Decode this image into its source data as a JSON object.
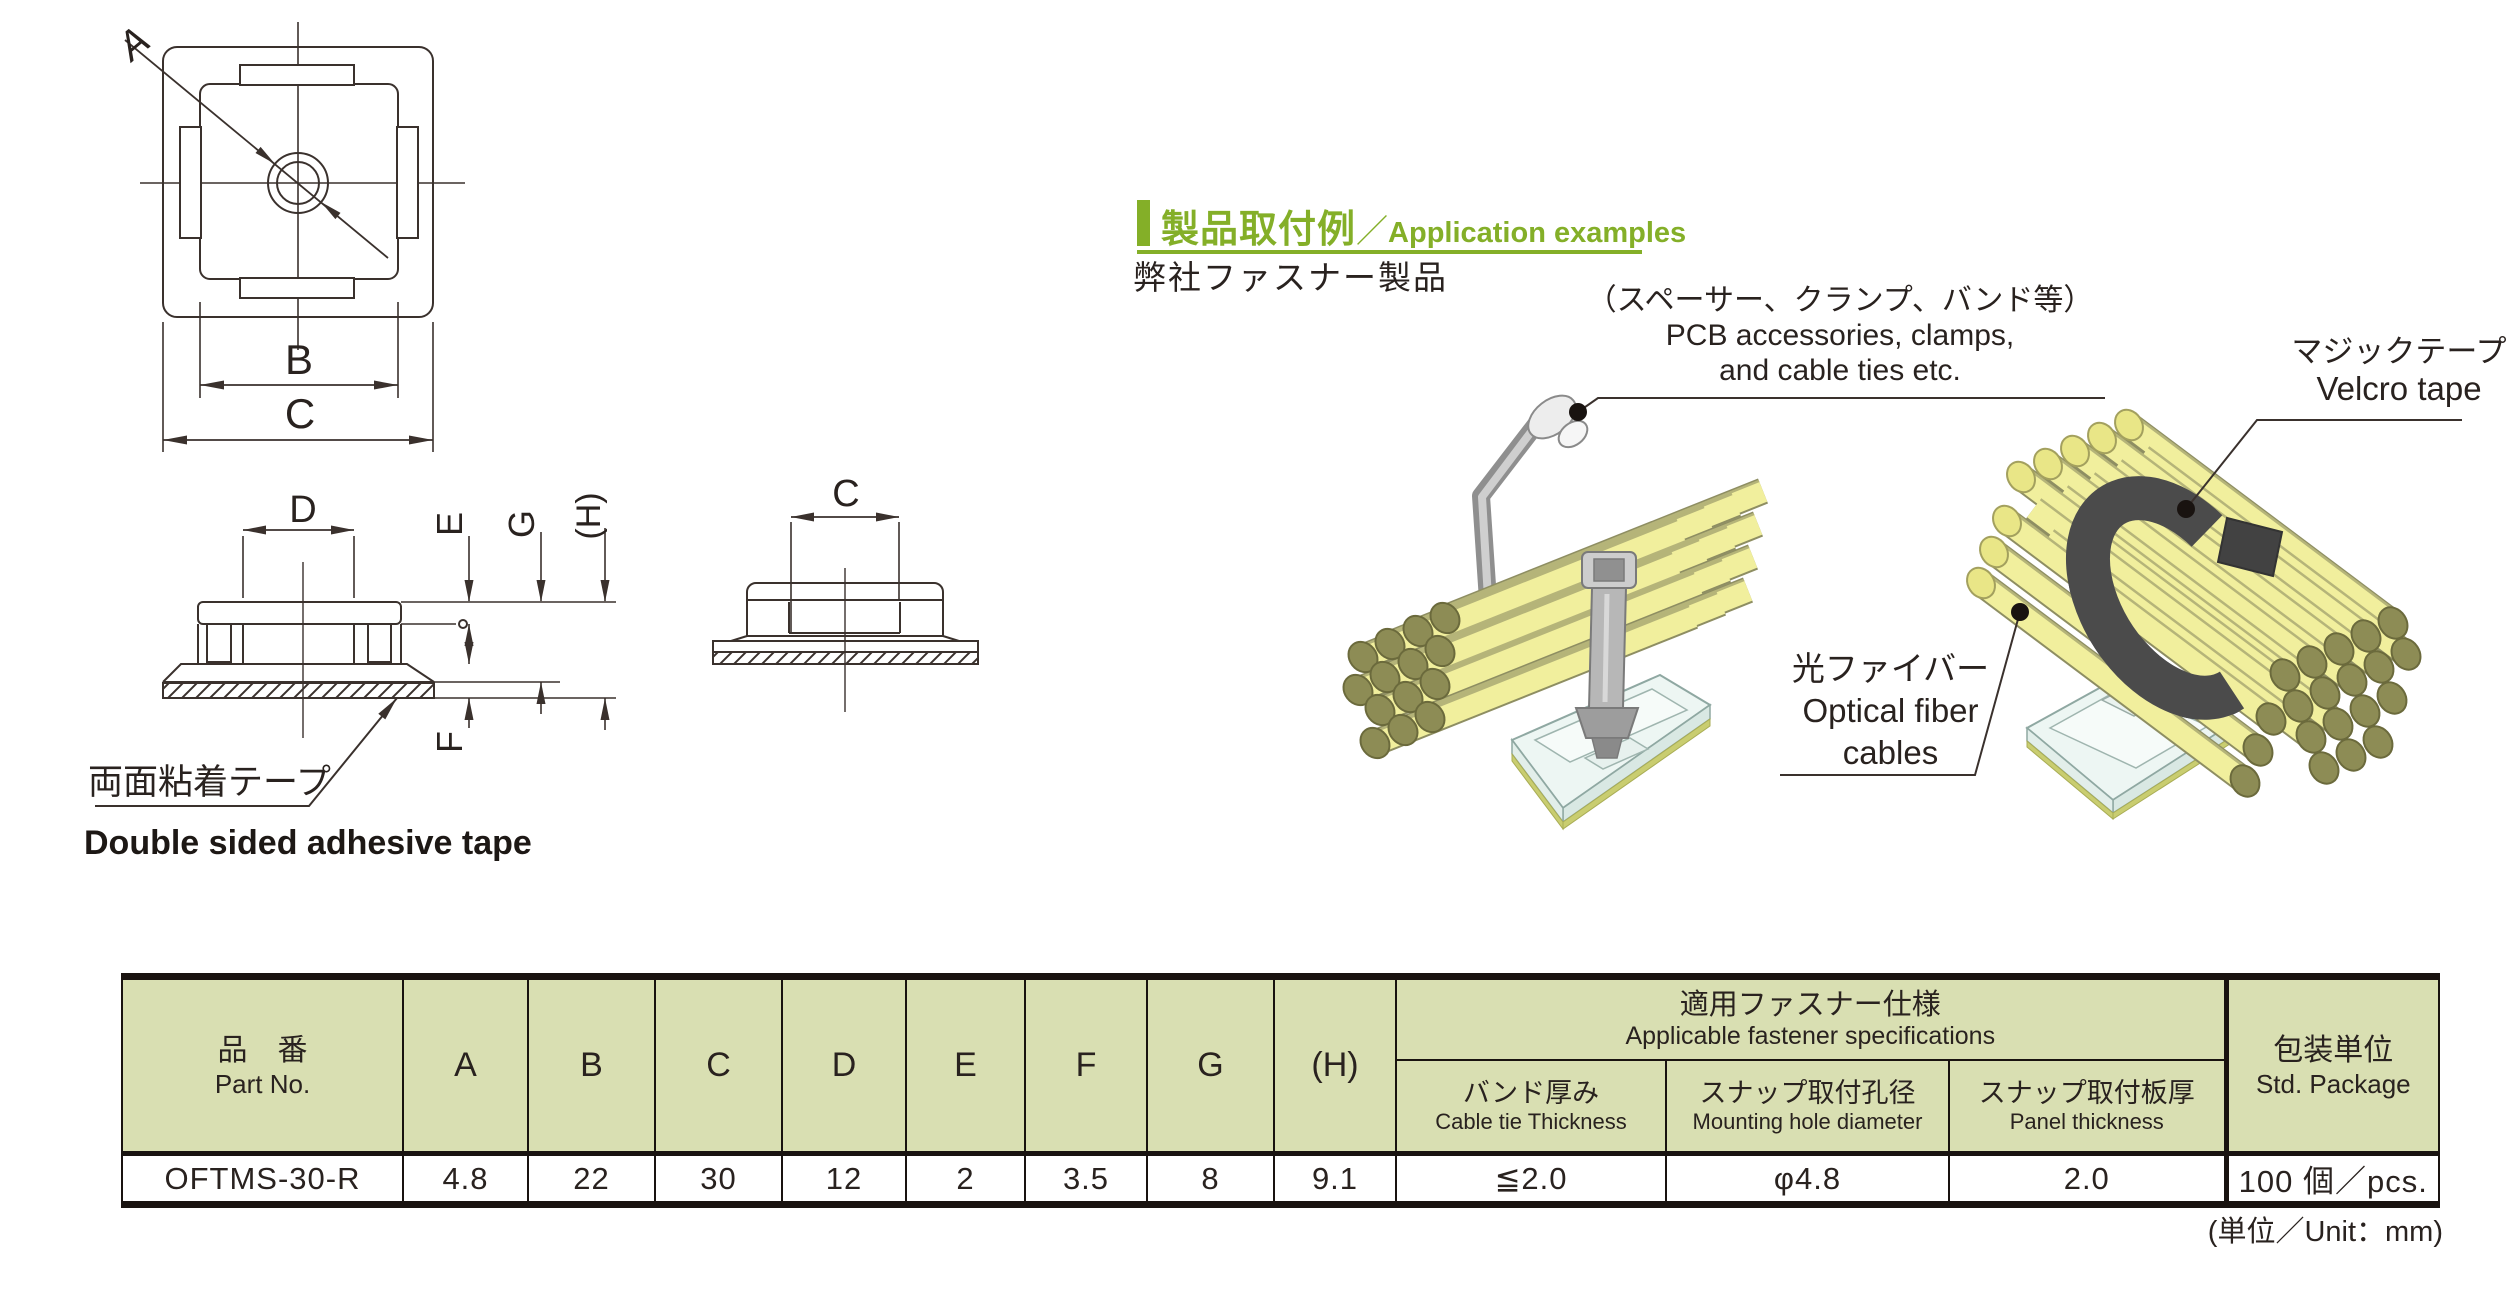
{
  "page": {
    "unit_note": "(単位／Unit：mm)"
  },
  "colors": {
    "accent_green": "#84af28",
    "table_header_bg": "#d9dfb2",
    "cable_yellow": "#f1ef9d",
    "cable_end_olive": "#8d8c55",
    "velcro_gray": "#4b4b4b",
    "drawing_line": "#3a312d"
  },
  "drawings": {
    "top_view": {
      "dim_a": "A",
      "dim_b": "B",
      "dim_c": "C"
    },
    "side_view": {
      "dim_d": "D",
      "dim_e": "E",
      "dim_g": "G",
      "dim_h": "(H)",
      "dim_f": "F",
      "dim_c": "C"
    },
    "tape_label_jp": "両面粘着テープ",
    "tape_label_en": "Double sided adhesive tape"
  },
  "application": {
    "header_jp": "製品取付例",
    "header_sep": "／",
    "header_en": "Application examples",
    "intro": "弊社ファスナー製品",
    "labels": {
      "accessories": {
        "jp": "（スペーサー、クランプ、バンド等）",
        "en_line1": "PCB accessories, clamps,",
        "en_line2": "and cable ties etc."
      },
      "velcro": {
        "jp": "マジックテープ",
        "en": "Velcro tape"
      },
      "fiber": {
        "jp": "光ファイバー",
        "en_line1": "Optical fiber",
        "en_line2": "cables"
      }
    }
  },
  "table": {
    "part_header": {
      "jp": "品　番",
      "en": "Part No."
    },
    "dim_headers": [
      "A",
      "B",
      "C",
      "D",
      "E",
      "F",
      "G",
      "(H)"
    ],
    "fastener_group": {
      "jp": "適用ファスナー仕様",
      "en": "Applicable fastener specifications"
    },
    "fastener_headers": [
      {
        "jp": "バンド厚み",
        "en": "Cable tie Thickness"
      },
      {
        "jp": "スナップ取付孔径",
        "en": "Mounting hole diameter"
      },
      {
        "jp": "スナップ取付板厚",
        "en": "Panel thickness"
      }
    ],
    "package_header": {
      "jp": "包装単位",
      "en": "Std. Package"
    },
    "row": {
      "part_no": "OFTMS-30-R",
      "dims": [
        "4.8",
        "22",
        "30",
        "12",
        "2",
        "3.5",
        "8",
        "9.1"
      ],
      "fastener": [
        "≦2.0",
        "φ4.8",
        "2.0"
      ],
      "package": "100 個／pcs."
    }
  }
}
